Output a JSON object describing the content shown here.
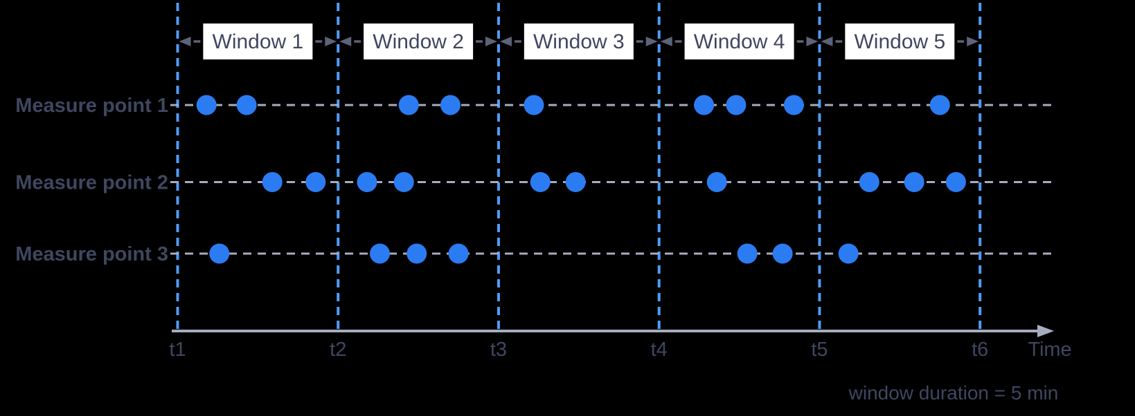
{
  "diagram": {
    "windows": [
      "Window 1",
      "Window 2",
      "Window 3",
      "Window 4",
      "Window 5"
    ],
    "boundary_labels": [
      "t1",
      "t2",
      "t3",
      "t4",
      "t5",
      "t6"
    ],
    "rows": [
      {
        "label": "Measure point 1",
        "events": [
          0.18,
          0.43,
          1.44,
          1.7,
          2.22,
          3.28,
          3.48,
          3.84,
          4.75
        ]
      },
      {
        "label": "Measure point 2",
        "events": [
          0.59,
          0.86,
          1.18,
          1.41,
          2.26,
          2.48,
          3.36,
          4.31,
          4.59,
          4.85
        ]
      },
      {
        "label": "Measure point 3",
        "events": [
          0.26,
          1.26,
          1.49,
          1.75,
          3.55,
          3.77,
          4.18
        ]
      }
    ],
    "axis_label": "Time",
    "caption": "window duration = 5 min",
    "window_duration_min": 5
  },
  "colors": {
    "background": "#000000",
    "event_dot": "#2B7CF2",
    "window_boundary_line": "#4F9CF8",
    "measure_line": "#A7ADC0",
    "axis_line": "#A7ADC0",
    "text": "#3F4760",
    "arrow": "#5C6379",
    "window_label_bg": "#FFFFFF",
    "window_label_text": "#3F4760"
  }
}
